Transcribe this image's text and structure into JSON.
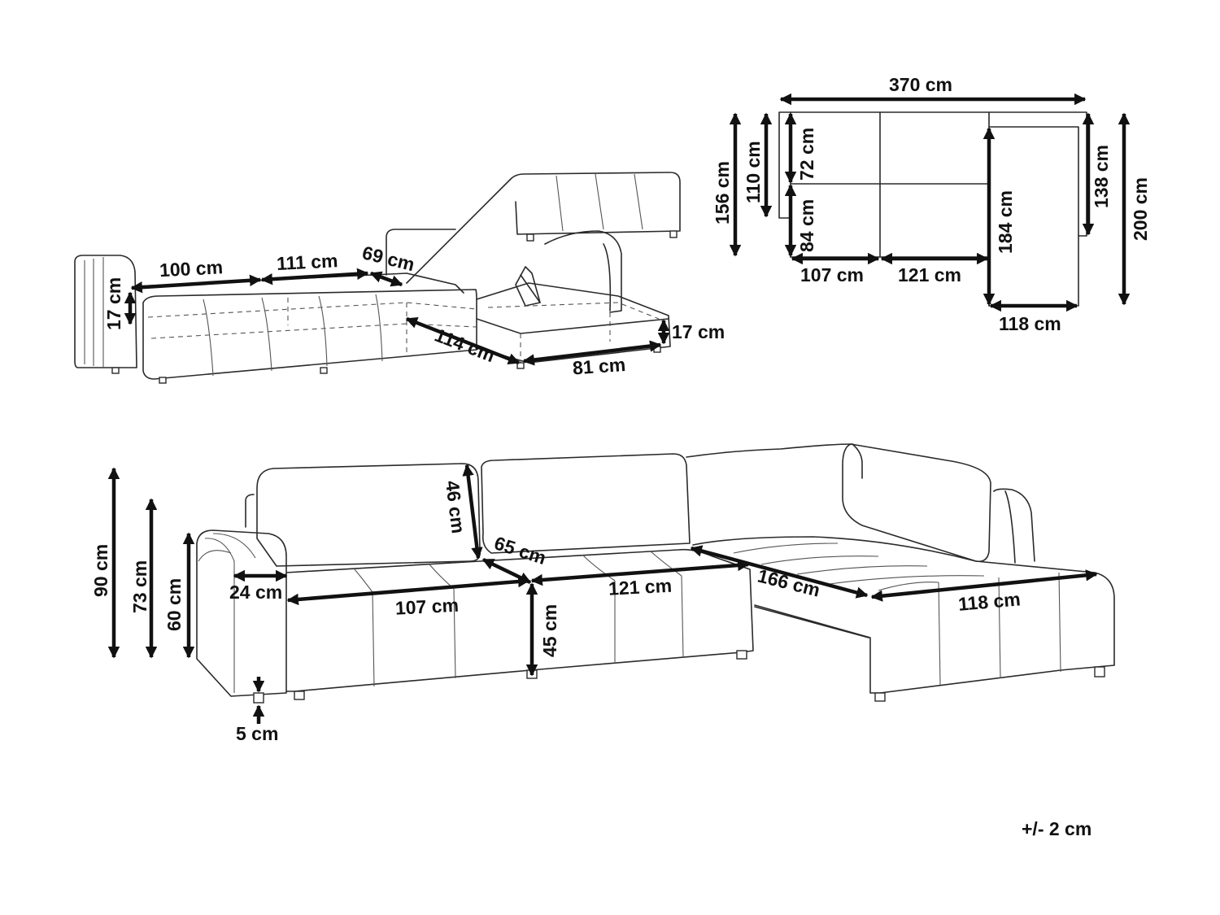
{
  "colors": {
    "line": "#2a2a2a",
    "dimension": "#111111",
    "background": "#ffffff"
  },
  "storage_view": {
    "width_100": "100 cm",
    "width_111": "111 cm",
    "width_69": "69 cm",
    "depth_114": "114 cm",
    "width_81": "81 cm",
    "height_17_left": "17 cm",
    "height_17_right": "17 cm"
  },
  "top_view": {
    "total_width": "370 cm",
    "depth_156": "156 cm",
    "depth_110": "110 cm",
    "depth_72": "72 cm",
    "depth_84": "84 cm",
    "seat_107": "107 cm",
    "seat_121": "121 cm",
    "chaise_184": "184 cm",
    "chaise_138": "138 cm",
    "chaise_200": "200 cm",
    "chaise_118": "118 cm"
  },
  "front_view": {
    "height_90": "90 cm",
    "height_73": "73 cm",
    "height_60": "60 cm",
    "cushion_46": "46 cm",
    "depth_65": "65 cm",
    "armrest_24": "24 cm",
    "seat_107": "107 cm",
    "seat_121": "121 cm",
    "seat_height_45": "45 cm",
    "chaise_166": "166 cm",
    "chaise_118": "118 cm",
    "leg_5": "5 cm"
  },
  "tolerance": "+/- 2 cm"
}
